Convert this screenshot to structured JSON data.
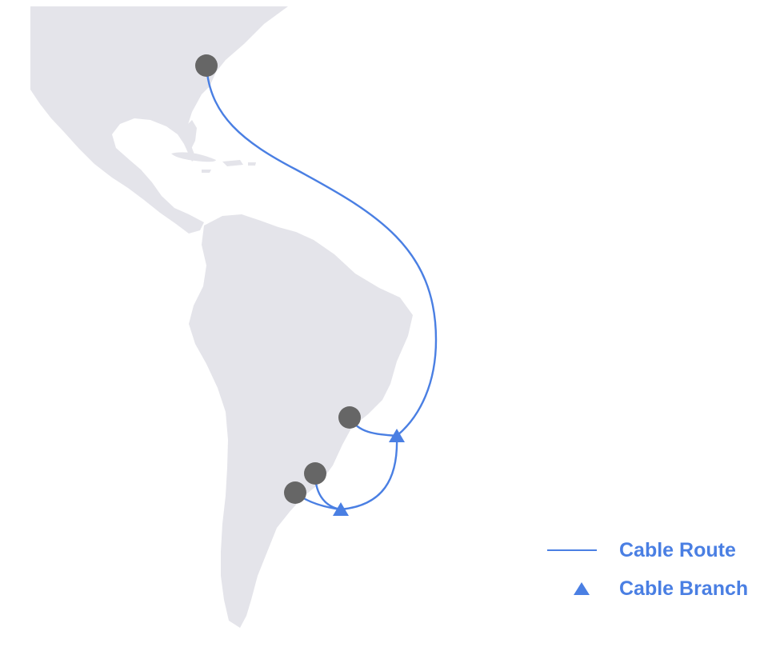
{
  "colors": {
    "land": "#e4e4ea",
    "route": "#4a7fe3",
    "landing": "#666666"
  },
  "legend": {
    "items": [
      {
        "key": "route",
        "label": "Cable Route",
        "symbol": "line-icon"
      },
      {
        "key": "branch",
        "label": "Cable Branch",
        "symbol": "triangle-icon"
      }
    ]
  }
}
